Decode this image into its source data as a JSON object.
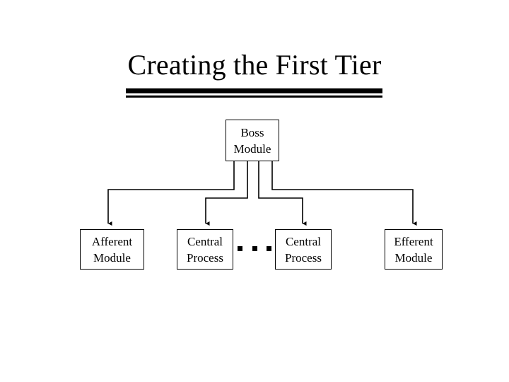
{
  "slide": {
    "title": "Creating the First Tier",
    "background_color": "#ffffff",
    "ink_color": "#000000"
  },
  "diagram": {
    "type": "hierarchy-tree",
    "root": {
      "id": "boss",
      "lines": [
        "Boss",
        "Module"
      ]
    },
    "children": [
      {
        "id": "afferent",
        "lines": [
          "Afferent",
          "Module"
        ]
      },
      {
        "id": "central-1",
        "lines": [
          "Central",
          "Process"
        ]
      },
      {
        "id": "central-2",
        "lines": [
          "Central",
          "Process"
        ]
      },
      {
        "id": "efferent",
        "lines": [
          "Efferent",
          "Module"
        ]
      }
    ],
    "ellipsis": {
      "between": [
        "central-1",
        "central-2"
      ],
      "dot_count": 3
    },
    "connectors": [
      {
        "from": "boss",
        "to": "afferent",
        "style": "elbow",
        "arrow": "down"
      },
      {
        "from": "boss",
        "to": "central-1",
        "style": "elbow",
        "arrow": "down"
      },
      {
        "from": "boss",
        "to": "central-2",
        "style": "elbow",
        "arrow": "down"
      },
      {
        "from": "boss",
        "to": "efferent",
        "style": "elbow",
        "arrow": "down"
      }
    ]
  }
}
